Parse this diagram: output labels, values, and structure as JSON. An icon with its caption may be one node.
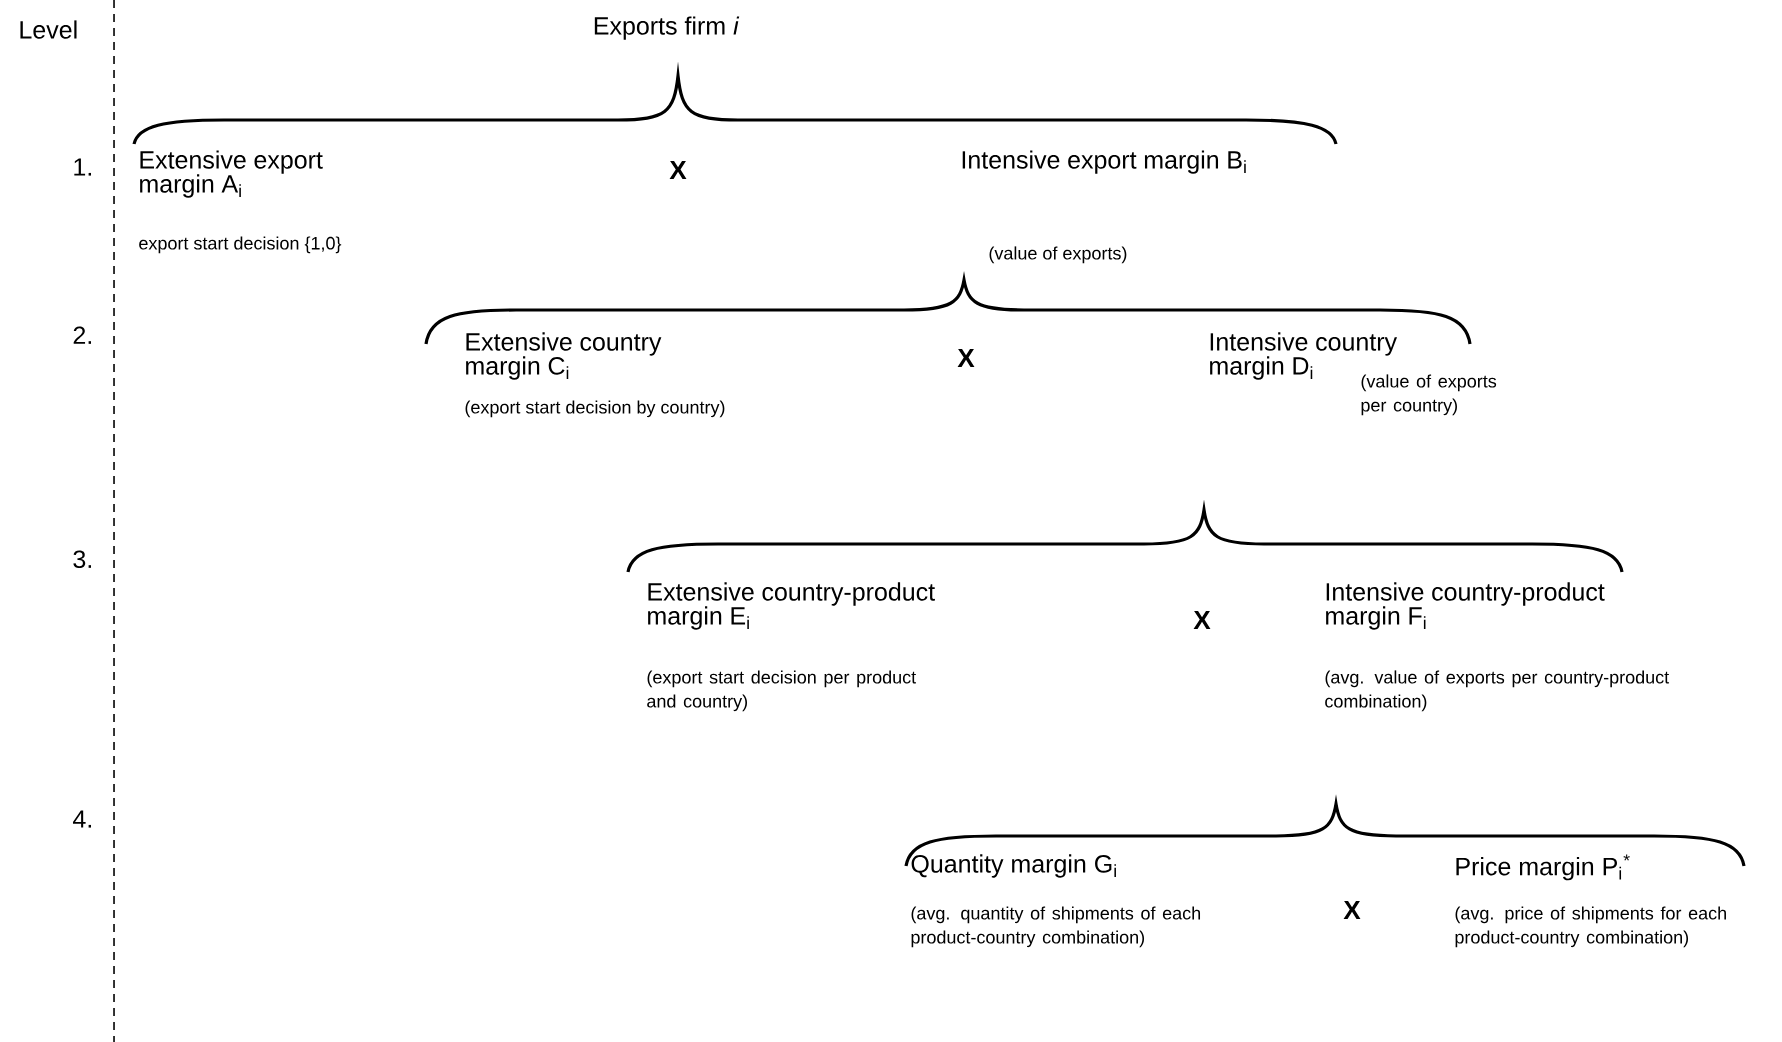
{
  "diagram": {
    "labels": [
      "Level",
      "Exports firm *i*",
      "1.",
      "Extensive export margin A$_{i}$",
      "export start decision {1,0}",
      "X",
      "Intensive export margin B$_{i}$",
      "(value of exports)",
      "2.",
      "Extensive country margin C$_{i}$",
      "(export start decision by country)",
      "X",
      "Intensive country margin D$_{i}$",
      "(value of exports per country)",
      "3.",
      "Extensive country-product margin E$_{i}$",
      "(export start decision per product and country)",
      "X",
      "Intensive country-product margin F$_{i}$",
      "(avg. value of exports per country-product combination)",
      "4.",
      "Quantity margin  G$_{i}$",
      "(avg. quantity of shipments of each product-country combination)",
      "X",
      "Price margin  P$_{i}$$^{*}$",
      "(avg. price of shipments for each product-country combination)"
    ]
  }
}
